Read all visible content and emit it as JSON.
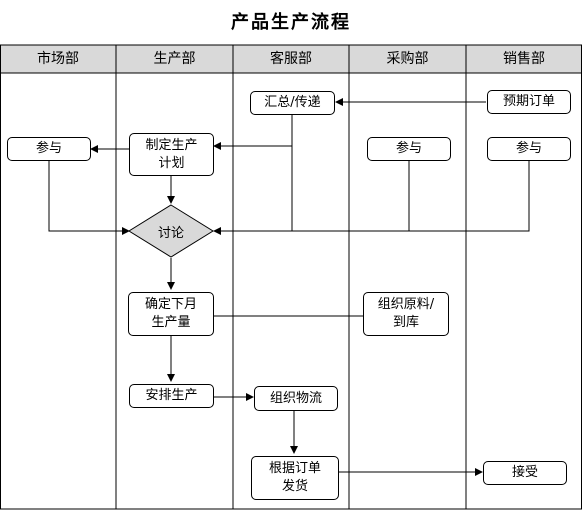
{
  "title": "产品生产流程",
  "lanes": [
    "市场部",
    "生产部",
    "客服部",
    "采购部",
    "销售部"
  ],
  "nodes": {
    "summary": "汇总/传递",
    "forecast": "预期订单",
    "market_participate": "参与",
    "plan": "制定生产\n计划",
    "purchase_participate": "参与",
    "sales_participate": "参与",
    "discuss": "讨论",
    "monthly": "确定下月\n生产量",
    "materials": "组织原料/\n到库",
    "schedule": "安排生产",
    "logistics": "组织物流",
    "ship": "根据订单\n发货",
    "receive": "接受"
  },
  "colors": {
    "header_bg": "#d9d9d9",
    "line": "#000000",
    "node_bg": "#ffffff"
  }
}
